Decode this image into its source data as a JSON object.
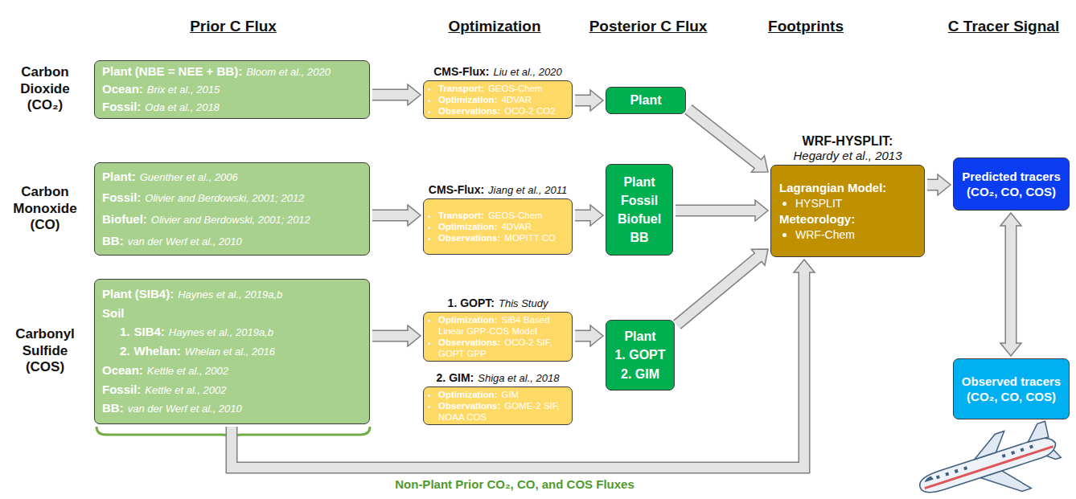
{
  "diagram": {
    "nodes": [
      {
        "text": [
          "Plant (NBE = NEE + BB):",
          "Bloom et al., 2020",
          "Ocean:",
          "Brix et al., 2015",
          "Fossil:",
          "Oda et al., 2018"
        ]
      },
      {
        "text": [
          "CMS-Flux:",
          "Liu et al., 2020",
          "Transport:",
          "GEOS-Chem",
          "Optimization:",
          "4DVAR",
          "Observations:",
          "OCO-2 CO2"
        ]
      },
      {
        "text": [
          "Plant"
        ]
      },
      {
        "text": [
          "Plant:",
          "Guenther et al., 2006",
          "Fossil:",
          "Olivier and Berdowski, 2001; 2012",
          "Biofuel:",
          "Olivier and Berdowski, 2001; 2012",
          "BB:",
          "van der Werf et al., 2010"
        ]
      },
      {
        "text": [
          "CMS-Flux:",
          "Jiang et al., 2011",
          "Transport:",
          "GEOS-Chem",
          "Optimization:",
          "4DVAR",
          "Observations:",
          "MOPITT CO"
        ]
      },
      {
        "text": [
          "Plant",
          "Fossil",
          "Biofuel",
          "BB"
        ]
      },
      {
        "text": [
          "Plant (SIB4):",
          "Haynes et al., 2019a,b",
          "Soil",
          "1.",
          "SIB4:",
          "Haynes et al., 2019a,b",
          "2.",
          "Whelan:",
          "Whelan et al., 2016",
          "Ocean:",
          "Kettle et al., 2002",
          "Fossil:",
          "Kettle et al., 2002",
          "BB:",
          "van der Werf et al., 2010"
        ]
      },
      {
        "text": [
          "1. GOPT:",
          "This Study",
          "Optimization:",
          "SiB4 Based Linear GPP-COS Model",
          "Observations:",
          "OCO-2 SIF, GOPT GPP"
        ]
      },
      {
        "text": [
          "Plant",
          "1. GOPT",
          "2. GIM"
        ]
      },
      {
        "text": [
          "2. GIM:",
          "Shiga et al., 2018",
          "Optimization:",
          "GIM",
          "Observations:",
          "GOME-2 SIF, NOAA COS"
        ]
      },
      {
        "text": [
          "WRF-HYSPLIT:",
          "Hegardy et al., 2013",
          "Lagrangian Model:",
          "HYSPLIT",
          "Meteorology:",
          "WRF-Chem"
        ]
      },
      {
        "text": [
          "Predicted tracers",
          "(CO₂, CO, COS)"
        ]
      },
      {
        "text": [
          "Observed tracers",
          "(CO₂, CO, COS)"
        ]
      }
    ],
    "edges": [
      {
        "from": 0,
        "to": 1,
        "arrow": "to"
      },
      {
        "from": 1,
        "to": 2,
        "arrow": "to"
      },
      {
        "from": 3,
        "to": 4,
        "arrow": "to"
      },
      {
        "from": 4,
        "to": 5,
        "arrow": "to"
      },
      {
        "from": 6,
        "to": 7,
        "arrow": "to"
      },
      {
        "from": 7,
        "to": 8,
        "arrow": "to"
      },
      {
        "from": 2,
        "to": 10,
        "arrow": "to"
      },
      {
        "from": 5,
        "to": 10,
        "arrow": "to"
      },
      {
        "from": 8,
        "to": 10,
        "arrow": "to"
      },
      {
        "from": 10,
        "to": 11,
        "arrow": "to"
      },
      {
        "from": 11,
        "to": 12,
        "arrow": "both"
      },
      {
        "from": 6,
        "to": 10,
        "label": "Non-Plant Prior CO₂, CO, and COS Fluxes",
        "arrow": "to"
      }
    ],
    "labels": [
      "Prior C Flux",
      "Optimization",
      "Posterior C Flux",
      "Footprints",
      "C Tracer Signal",
      "Carbon Dioxide (CO₂)",
      "Carbon Monoxide (CO)",
      "Carbonyl Sulfide (COS)"
    ]
  }
}
